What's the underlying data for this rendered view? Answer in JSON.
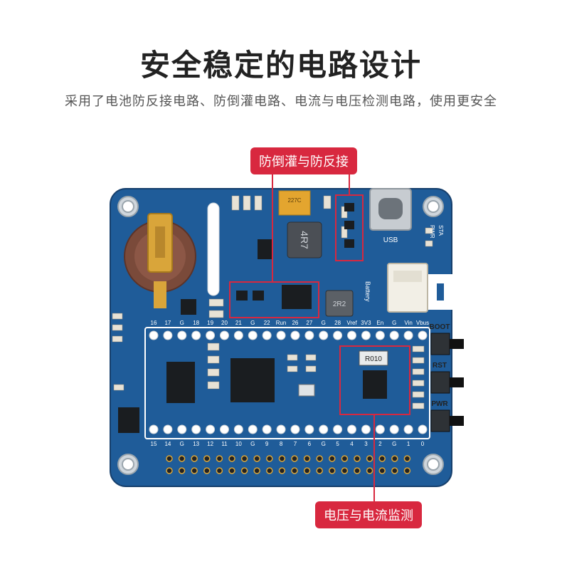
{
  "heading": {
    "title": "安全稳定的电路设计",
    "subtitle": "采用了电池防反接电路、防倒灌电路、电流与电压检测电路，使用更安全"
  },
  "callouts": {
    "reverse_protection": "防倒灌与防反接",
    "voltage_current_monitor": "电压与电流监测"
  },
  "board": {
    "top_pin_labels": [
      "16",
      "17",
      "G",
      "18",
      "19",
      "20",
      "21",
      "G",
      "22",
      "Run",
      "26",
      "27",
      "G",
      "28",
      "Vref",
      "3V3",
      "En",
      "G",
      "Vin",
      "Vbus"
    ],
    "bottom_pin_labels": [
      "15",
      "14",
      "G",
      "13",
      "12",
      "11",
      "10",
      "G",
      "9",
      "8",
      "7",
      "6",
      "G",
      "5",
      "4",
      "3",
      "2",
      "G",
      "1",
      "0"
    ],
    "button_labels": [
      "BOOT",
      "RST",
      "PWR"
    ],
    "usb_label": "USB",
    "battery_label": "Battery",
    "status_leds": [
      "PWR",
      "STA"
    ],
    "inductor_marking": "4R7",
    "inductor2_marking": "2R2",
    "resistor_marking": "R010",
    "cap_marking": "227C"
  },
  "colors": {
    "pcb": "#1f5c99",
    "accent": "#d8283f",
    "gold": "#d9a53a"
  }
}
